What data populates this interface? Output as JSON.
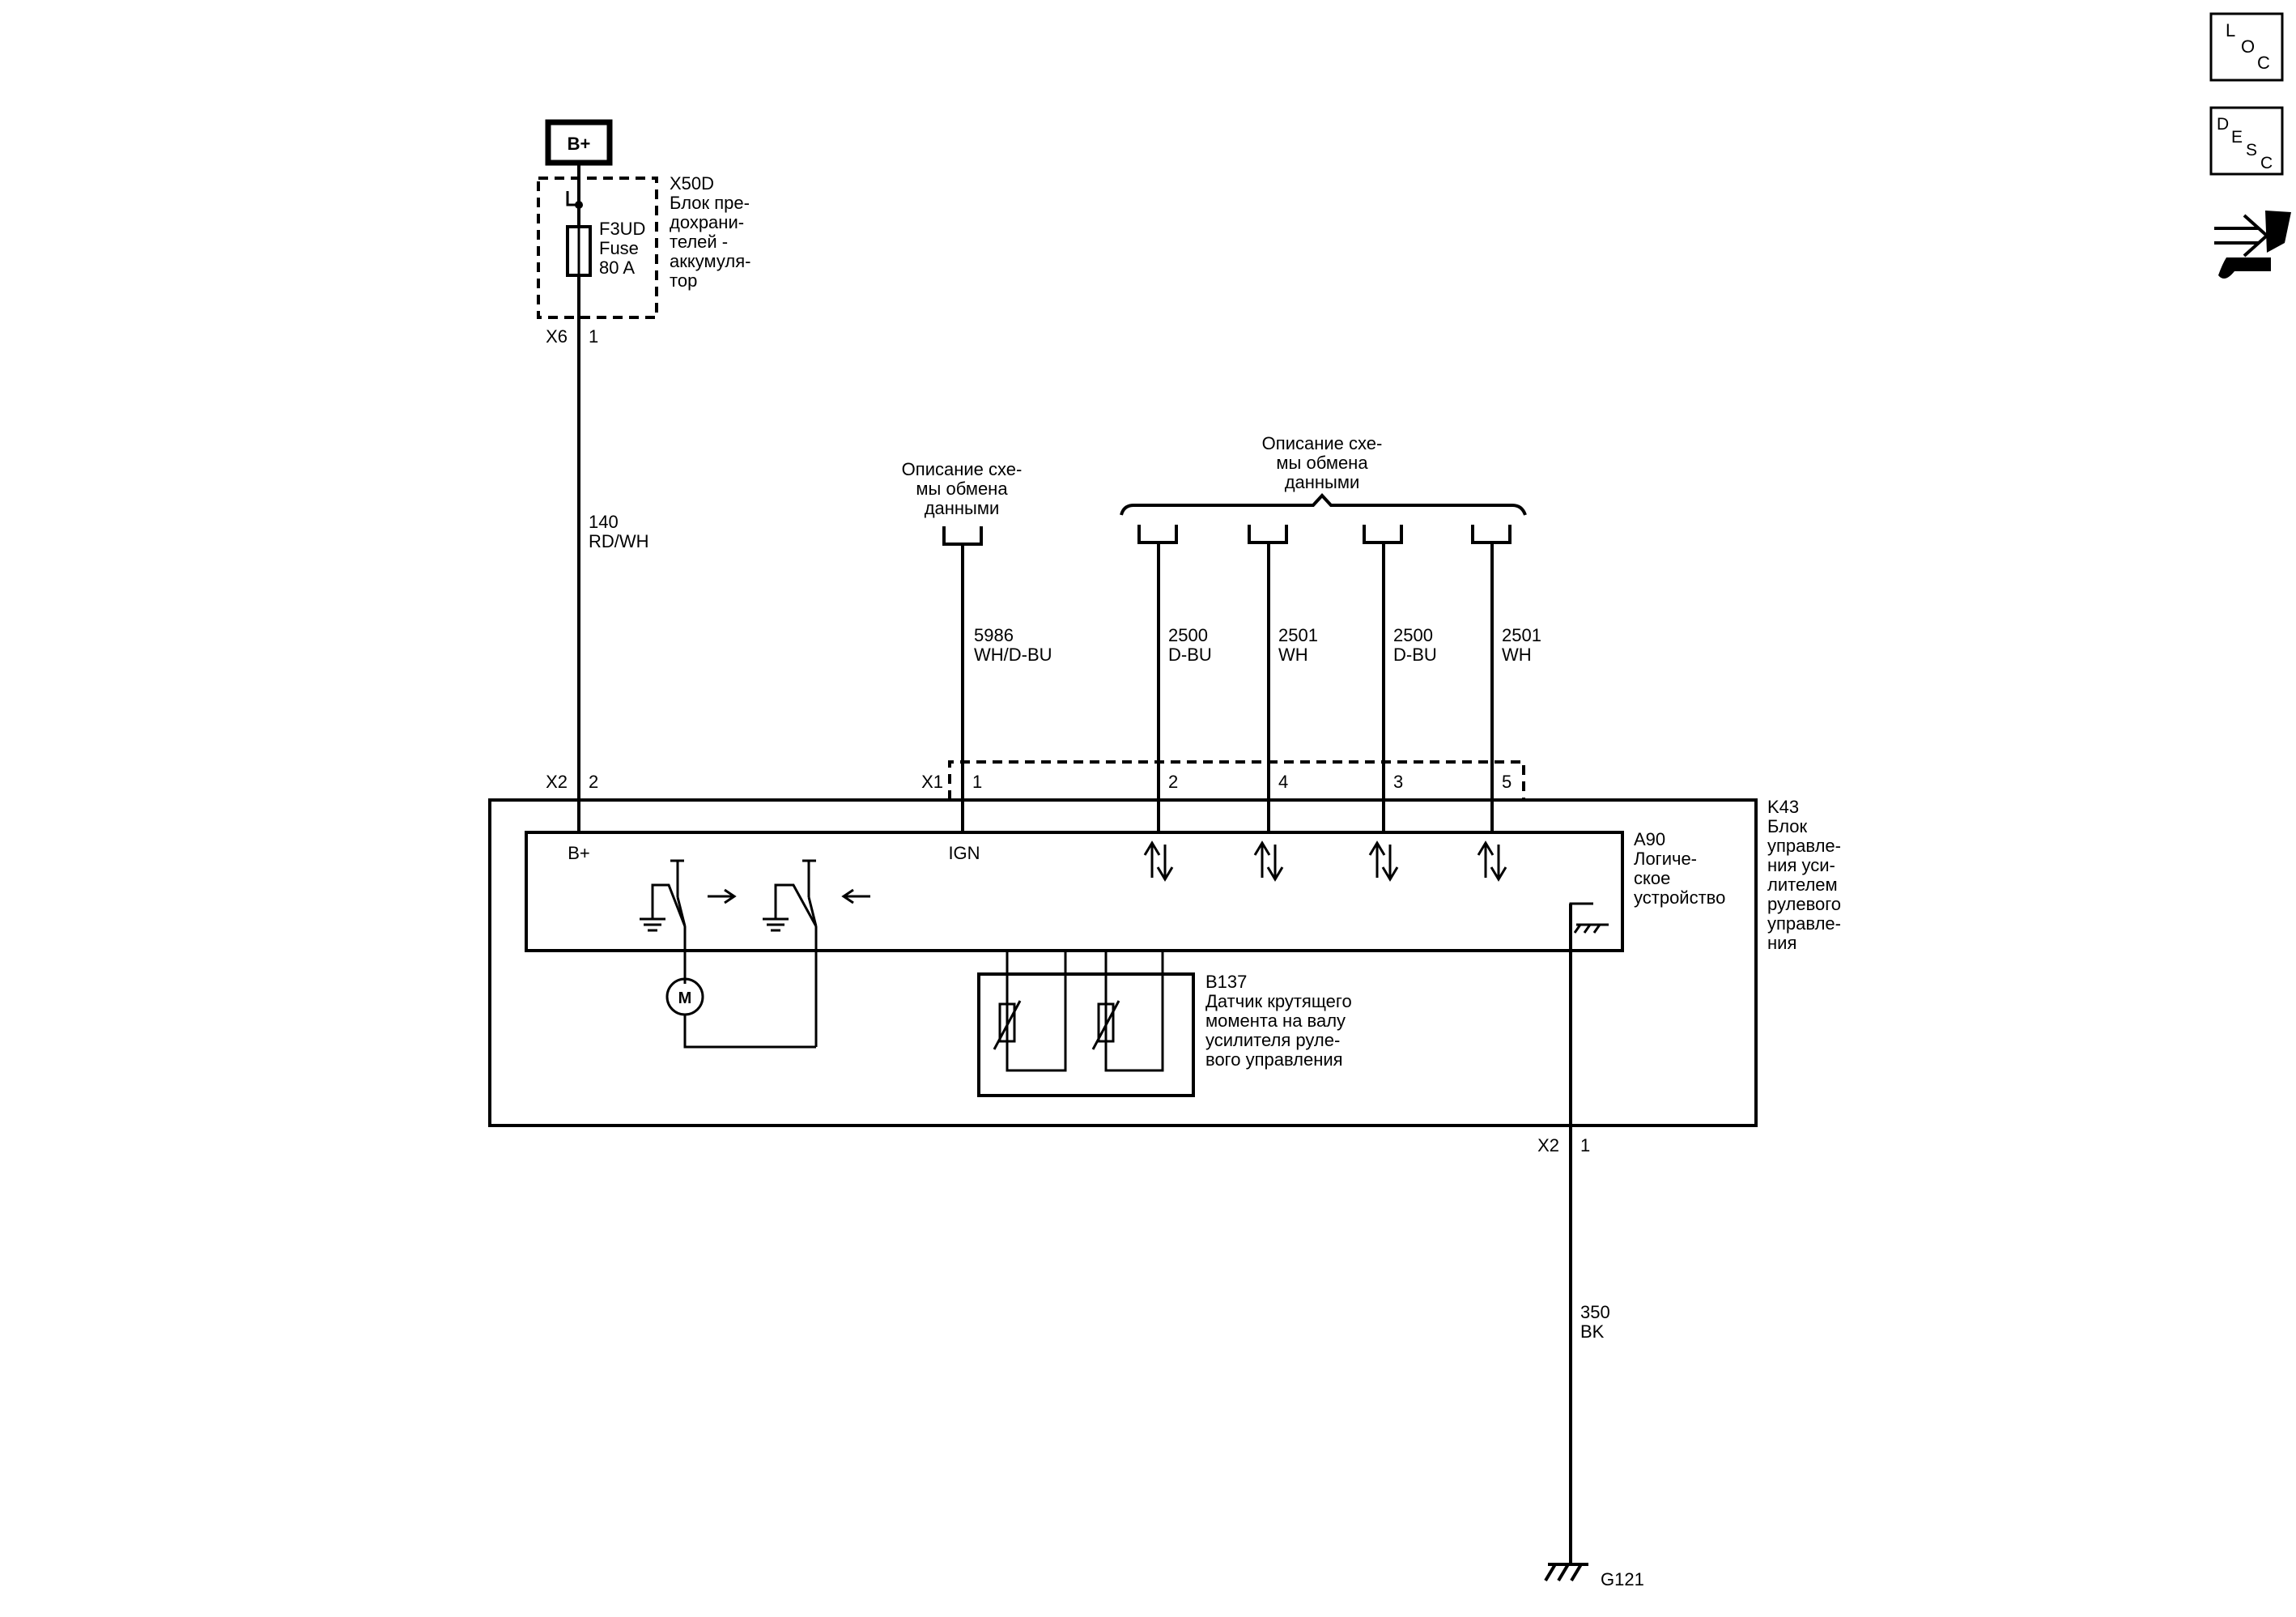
{
  "side_icons": {
    "loc": [
      "L",
      "O",
      "C"
    ],
    "desc": [
      "D",
      "E",
      "S",
      "C"
    ]
  },
  "power": {
    "source_label": "B+",
    "fuse_block_id": "X50D",
    "fuse_block_name_lines": [
      "Блок пре-",
      "дохрани-",
      "телей -",
      "аккумуля-",
      "тор"
    ],
    "fuse_lines": [
      "F3UD",
      "Fuse",
      "80 A"
    ],
    "out_connector": "X6",
    "out_pin": "1"
  },
  "wires": {
    "supply": [
      "140",
      "RD/WH"
    ],
    "ignition": [
      "5986",
      "WH/D-BU"
    ],
    "data": [
      [
        "2500",
        "D-BU"
      ],
      [
        "2501",
        "WH"
      ],
      [
        "2500",
        "D-BU"
      ],
      [
        "2501",
        "WH"
      ]
    ],
    "ground": [
      "350",
      "BK"
    ]
  },
  "data_refs": {
    "single": [
      "Описание схе-",
      "мы обмена",
      "данными"
    ],
    "group": [
      "Описание схе-",
      "мы обмена",
      "данными"
    ]
  },
  "module": {
    "id": "K43",
    "name_lines": [
      "Блок",
      "управле-",
      "ния уси-",
      "лителем",
      "рулевого",
      "управле-",
      "ния"
    ],
    "b_plus_connector": "X2",
    "b_plus_pin": "2",
    "data_connector": "X1",
    "data_pins": [
      "1",
      "2",
      "4",
      "3",
      "5"
    ],
    "ground_connector": "X2",
    "ground_pin": "1"
  },
  "logic": {
    "id": "A90",
    "name_lines": [
      "Логиче-",
      "ское",
      "устройство"
    ],
    "b_plus_label": "B+",
    "ign_label": "IGN"
  },
  "motor_label": "M",
  "sensor": {
    "id": "B137",
    "name_lines": [
      "Датчик крутящего",
      "момента на валу",
      "усилителя руле-",
      "вого управления"
    ]
  },
  "ground_ref": "G121"
}
